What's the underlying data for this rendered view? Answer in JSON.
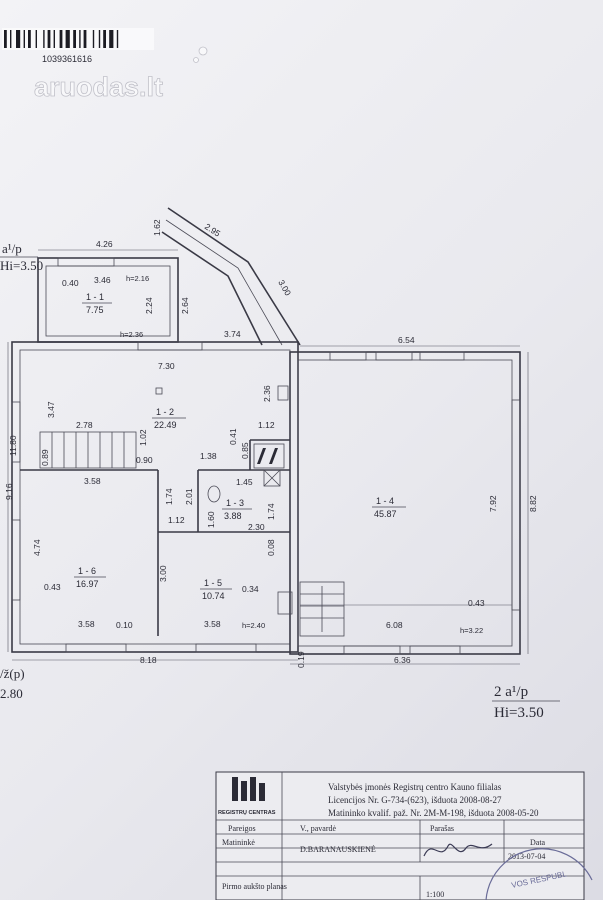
{
  "watermark": {
    "barcode_number": "1039361616",
    "brand": "aruodas",
    "brand_suffix": ".lt"
  },
  "left_margin": {
    "top_line1": "a¹/p",
    "top_line2": "Hi=3.50",
    "bot_line1": "/ž(p)",
    "bot_line2": "2.80"
  },
  "floor_tag": {
    "line1": "2 a¹/p",
    "line2": "Hi=3.50"
  },
  "rooms": [
    {
      "id": "1 - 1",
      "area": "7.75"
    },
    {
      "id": "1 - 2",
      "area": "22.49"
    },
    {
      "id": "1 - 3",
      "area": "3.88"
    },
    {
      "id": "1 - 4",
      "area": "45.87"
    },
    {
      "id": "1 - 5",
      "area": "10.74"
    },
    {
      "id": "1 - 6",
      "area": "16.97"
    }
  ],
  "dims": {
    "d426": "4.26",
    "d162": "1.62",
    "d295": "2.95",
    "d300": "3.00",
    "d346": "3.46",
    "h216": "h=2.16",
    "d040": "0.40",
    "d224": "2.24",
    "d264": "2.64",
    "h236": "h=2.36",
    "d374": "3.74",
    "d654": "6.54",
    "d730": "7.30",
    "d236": "2.36",
    "d112a": "1.12",
    "d041": "0.41",
    "d085": "0.85",
    "d347": "3.47",
    "d278": "2.78",
    "d102": "1.02",
    "d1180": "11.80",
    "d089": "0.89",
    "d090": "0.90",
    "d138": "1.38",
    "d145": "1.45",
    "d792": "7.92",
    "d882": "8.82",
    "d358a": "3.58",
    "d916": "9.16",
    "d174a": "1.74",
    "d201": "2.01",
    "d160": "1.60",
    "d174b": "1.74",
    "d112b": "1.12",
    "d230": "2.30",
    "d474": "4.74",
    "d008": "0.08",
    "d043a": "0.43",
    "d300b": "3.00",
    "d034": "0.34",
    "d043b": "0.43",
    "d358b": "3.58",
    "d010": "0.10",
    "d358c": "3.58",
    "h240": "h=2.40",
    "d608": "6.08",
    "h322": "h=3.22",
    "d818": "8.18",
    "d019": "0.19",
    "d636": "6.36"
  },
  "title_block": {
    "org_line1": "Valstybės įmonės Registrų centro Kauno filialas",
    "org_line2": "Licencijos Nr. G-734-(623), išduota 2008-08-27",
    "org_line3": "Matininko kvalif. paž. Nr. 2M-M-198, išduota 2008-05-20",
    "logo_text": "REGISTRŲ CENTRAS",
    "col_pareigos": "Pareigos",
    "col_pavarde": "V., pavardė",
    "col_parasas": "Parašas",
    "col_data": "Data",
    "role": "Matininkė",
    "name": "D.BARANAUSKIENĖ",
    "date": "2013-07-04",
    "plan_title": "Pirmo aukšto  planas",
    "scale": "1:100",
    "stamp_text": "VOS  RESPUBL"
  }
}
